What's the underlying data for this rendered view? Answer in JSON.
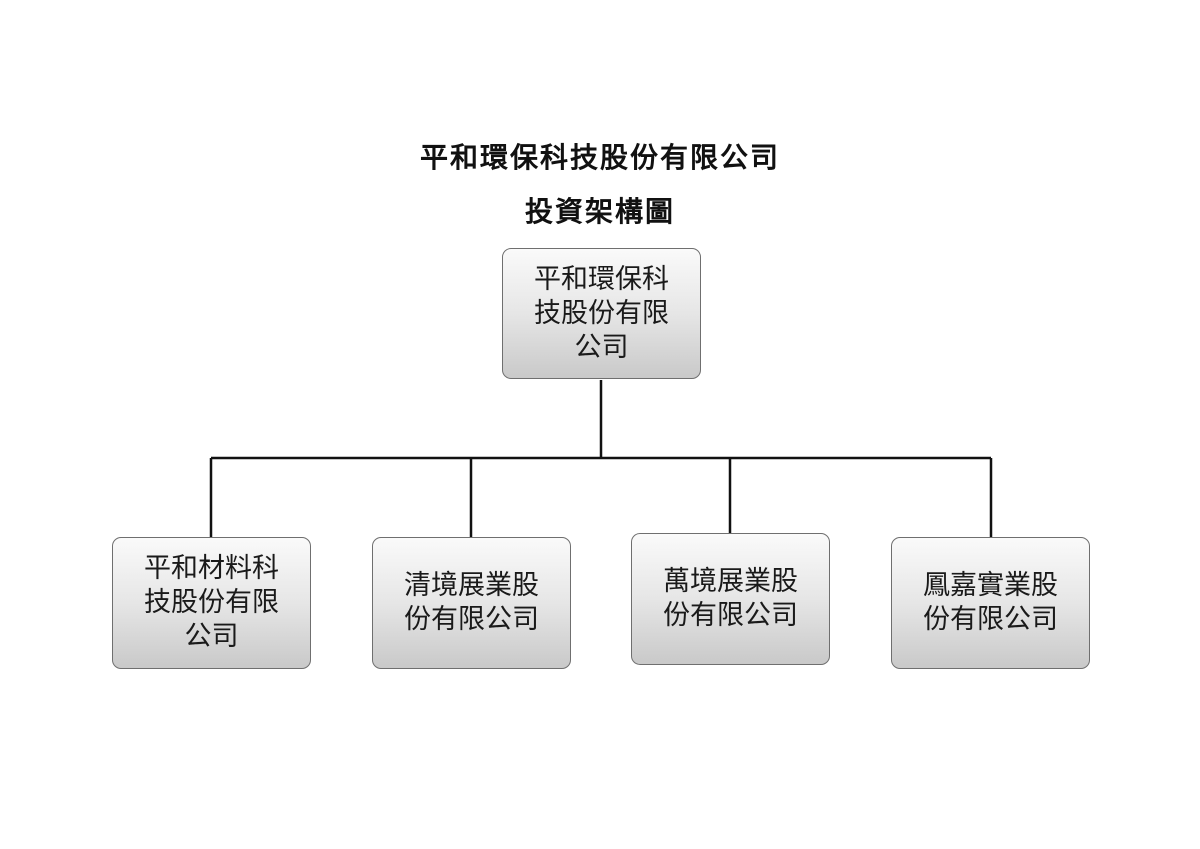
{
  "title": "平和環保科技股份有限公司",
  "subtitle": "投資架構圖",
  "root": {
    "label": "平和環保科技股份有限公司"
  },
  "children": [
    {
      "label": "平和材料科技股份有限公司"
    },
    {
      "label": "清境展業股份有限公司"
    },
    {
      "label": "萬境展業股份有限公司"
    },
    {
      "label": "鳳嘉實業股份有限公司"
    }
  ]
}
